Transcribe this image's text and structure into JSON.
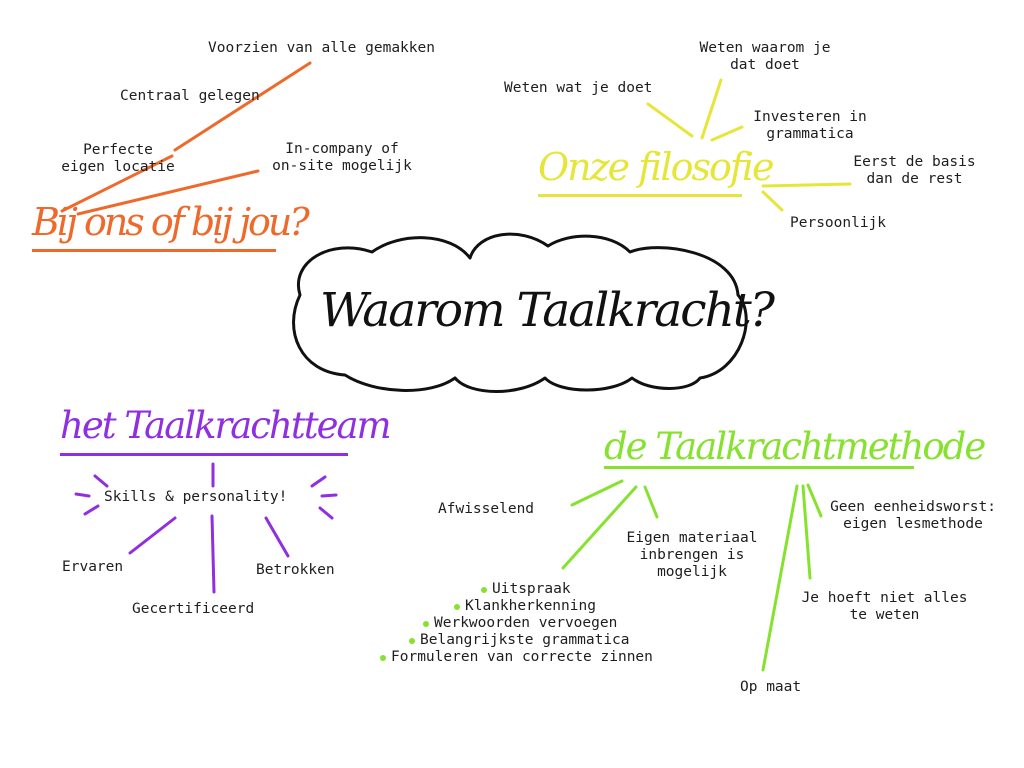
{
  "colors": {
    "orange": "#ee6a2c",
    "yellow": "#e6e63a",
    "purple": "#8f2fe0",
    "green": "#86e22f",
    "ink": "#1e1e1e"
  },
  "center": {
    "title": "Waarom Taalkracht?"
  },
  "branches": {
    "location": {
      "heading": "Bij ons of bij jou?",
      "items": {
        "voorzien": "Voorzien van alle gemakken",
        "centraal": "Centraal gelegen",
        "perfecte": "Perfecte\neigen locatie",
        "incompany": "In-company of\non-site mogelijk"
      }
    },
    "philosophy": {
      "heading": "Onze filosofie",
      "items": {
        "weten_wat": "Weten wat je doet",
        "weten_waarom": "Weten waarom je\ndat doet",
        "investeren": "Investeren in\ngrammatica",
        "eerst": "Eerst de basis\ndan de rest",
        "persoonlijk": "Persoonlijk"
      }
    },
    "team": {
      "heading": "het Taalkrachtteam",
      "items": {
        "skills": "Skills & personality!",
        "ervaren": "Ervaren",
        "gecertificeerd": "Gecertificeerd",
        "betrokken": "Betrokken"
      }
    },
    "method": {
      "heading": "de Taalkrachtmethode",
      "items": {
        "afwisselend": "Afwisselend",
        "eigen_materiaal": "Eigen materiaal\ninbrengen is\nmogelijk",
        "geen_eenheidsworst": "Geen eenheidsworst:\neigen lesmethode",
        "niet_alles": "Je hoeft niet alles\nte weten",
        "op_maat": "Op maat"
      },
      "bullets": [
        "Uitspraak",
        "Klankherkenning",
        "Werkwoorden vervoegen",
        "Belangrijkste grammatica",
        "Formuleren van correcte zinnen"
      ]
    }
  }
}
